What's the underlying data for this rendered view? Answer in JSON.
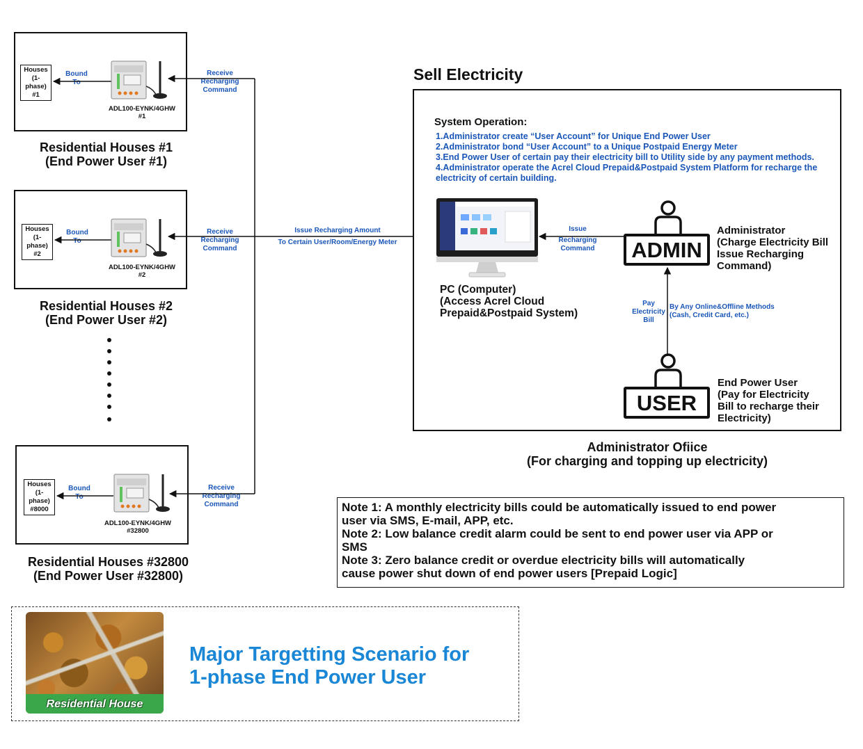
{
  "houses": [
    {
      "label": [
        "Houses",
        "(1-phase)",
        "#1"
      ],
      "bound": [
        "Bound",
        "To"
      ],
      "meter": [
        "ADL100-EYNK/4GHW",
        "#1"
      ],
      "receive": [
        "Receive",
        "Recharging",
        "Command"
      ],
      "caption": [
        "Residential Houses #1",
        "(End Power User #1)"
      ]
    },
    {
      "label": [
        "Houses",
        "(1-phase)",
        "#2"
      ],
      "bound": [
        "Bound",
        "To"
      ],
      "meter": [
        "ADL100-EYNK/4GHW",
        "#2"
      ],
      "receive": [
        "Receive",
        "Recharging",
        "Command"
      ],
      "caption": [
        "Residential Houses #2",
        "(End Power User #2)"
      ]
    },
    {
      "label": [
        "Houses",
        "(1-phase)",
        "#8000"
      ],
      "bound": [
        "Bound",
        "To"
      ],
      "meter": [
        "ADL100-EYNK/4GHW",
        "#32800"
      ],
      "receive": [
        "Receive",
        "Recharging",
        "Command"
      ],
      "caption": [
        "Residential Houses #32800",
        "(End Power User #32800)"
      ]
    }
  ],
  "issue_link": {
    "line1": "Issue Recharging Amount",
    "line2": "To Certain User/Room/Energy Meter"
  },
  "sell": {
    "title": "Sell Electricity",
    "sysop_title": "System Operation:",
    "sysop_items": [
      "1.Administrator create “User Account” for Unique End Power User",
      "2.Administrator bond “User Account” to a Unique Postpaid Energy Meter",
      "3.End Power User of certain pay their electricity bill to Utility side by any payment methods.",
      "4.Administrator operate the Acrel Cloud Prepaid&Postpaid System Platform for recharge the",
      "electricity of certain building."
    ],
    "pc_caption": [
      "PC (Computer)",
      "(Access Acrel Cloud",
      "Prepaid&Postpaid System)"
    ],
    "issue_cmd": [
      "Issue",
      "Recharging",
      "Command"
    ],
    "admin": {
      "box": "ADMIN",
      "desc": [
        "Administrator",
        "(Charge Electricity Bill",
        "Issue Recharging",
        "Command)"
      ]
    },
    "pay": [
      "Pay",
      "Electricity",
      "Bill"
    ],
    "methods": [
      "By Any Online&Offline Methods",
      "(Cash, Credit Card, etc.)"
    ],
    "user": {
      "box": "USER",
      "desc": [
        "End Power User",
        "(Pay for Electricity",
        "Bill to recharge their",
        "Electricity)"
      ]
    },
    "office_caption": [
      "Administrator Ofiice",
      "(For charging and topping up electricity)"
    ]
  },
  "notes": [
    "Note 1: A monthly electricity bills could be automatically issued to end power",
    "user via SMS, E-mail, APP, etc.",
    "Note 2: Low balance credit alarm could be sent to end power user via APP or",
    "SMS",
    "Note 3: Zero balance credit or overdue electricity bills will automatically",
    "cause power shut down of end power users [Prepaid Logic]"
  ],
  "scenario": {
    "photo_label": "Residential House",
    "title": [
      "Major Targetting Scenario for",
      "1-phase End Power User"
    ],
    "title_color": "#1a86d6"
  },
  "colors": {
    "link_blue": "#1a56b8",
    "photo_green": "#3aa84a"
  }
}
